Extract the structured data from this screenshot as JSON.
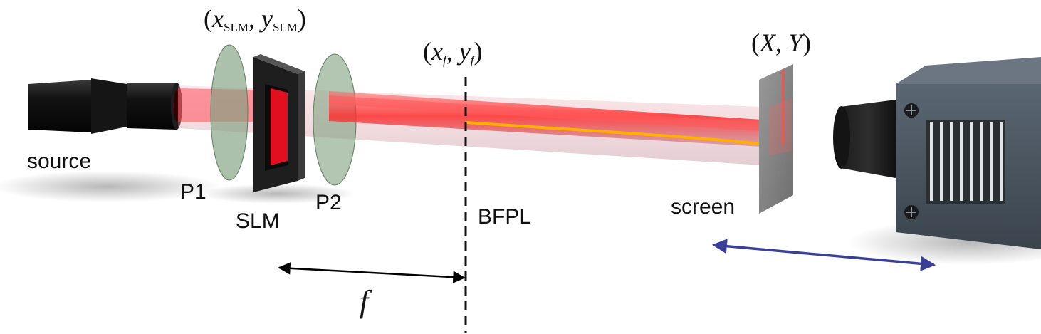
{
  "labels": {
    "source": "source",
    "p1": "P1",
    "slm": "SLM",
    "p2": "P2",
    "bfpl": "BFPL",
    "screen": "screen",
    "focal_length": "f"
  },
  "coordinates": {
    "slm": {
      "x": "x",
      "x_sub": "SLM",
      "sep": ",",
      "y": "y",
      "y_sub": "SLM"
    },
    "focal": {
      "x": "x",
      "x_sub": "f",
      "sep": ",",
      "y": "y",
      "y_sub": "f"
    },
    "screen": {
      "x": "X",
      "sep": ",",
      "y": "Y"
    }
  },
  "colors": {
    "beam": "#ff3b3b",
    "beam_core": "#ffb000",
    "polarizer": "#8fb08f",
    "slm_frame": "#2a2a2a",
    "camera_body": "#4a5560",
    "arrow_black": "#000000",
    "arrow_blue": "#3a3f98"
  },
  "icons": {
    "source": "laser-source-icon",
    "camera": "camera-icon"
  }
}
